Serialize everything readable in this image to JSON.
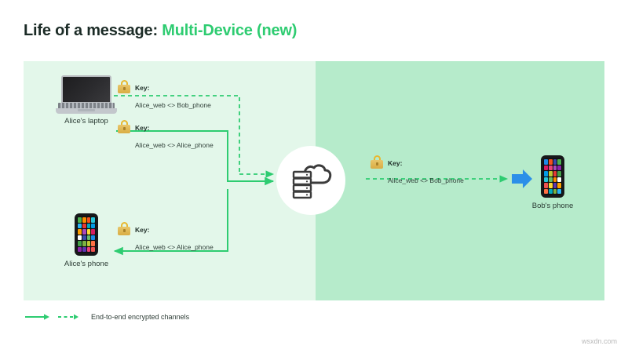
{
  "title": {
    "prefix": "Life of a message: ",
    "accent": "Multi-Device (new)"
  },
  "colors": {
    "accent_green": "#2ecc71",
    "panel_left": "#e3f7ea",
    "panel_right": "#b6ebcb",
    "arrow_blue": "#2b8fe8",
    "text_dark": "#1b2b26",
    "lock_gold": "#d9ad44"
  },
  "devices": {
    "alice_laptop": {
      "caption": "Alice's laptop",
      "icon": "laptop-icon"
    },
    "alice_phone": {
      "caption": "Alice's phone",
      "icon": "smartphone-icon"
    },
    "bob_phone": {
      "caption": "Bob's phone",
      "icon": "smartphone-icon"
    },
    "server": {
      "icon": "cloud-server-icon"
    }
  },
  "keys": [
    {
      "id": "key-1",
      "title": "Key:",
      "value": "Alice_web <> Bob_phone",
      "icon": "padlock-icon"
    },
    {
      "id": "key-2",
      "title": "Key:",
      "value": "Alice_web <> Alice_phone",
      "icon": "padlock-icon"
    },
    {
      "id": "key-3",
      "title": "Key:",
      "value": "Alice_web <> Alice_phone",
      "icon": "padlock-icon"
    },
    {
      "id": "key-4",
      "title": "Key:",
      "value": "Alice_web <> Bob_phone",
      "icon": "padlock-icon"
    }
  ],
  "legend": {
    "solid_icon": "solid-arrow-icon",
    "dashed_icon": "dashed-arrow-icon",
    "label": "End-to-end encrypted channels"
  },
  "watermark": "wsxdn.com"
}
